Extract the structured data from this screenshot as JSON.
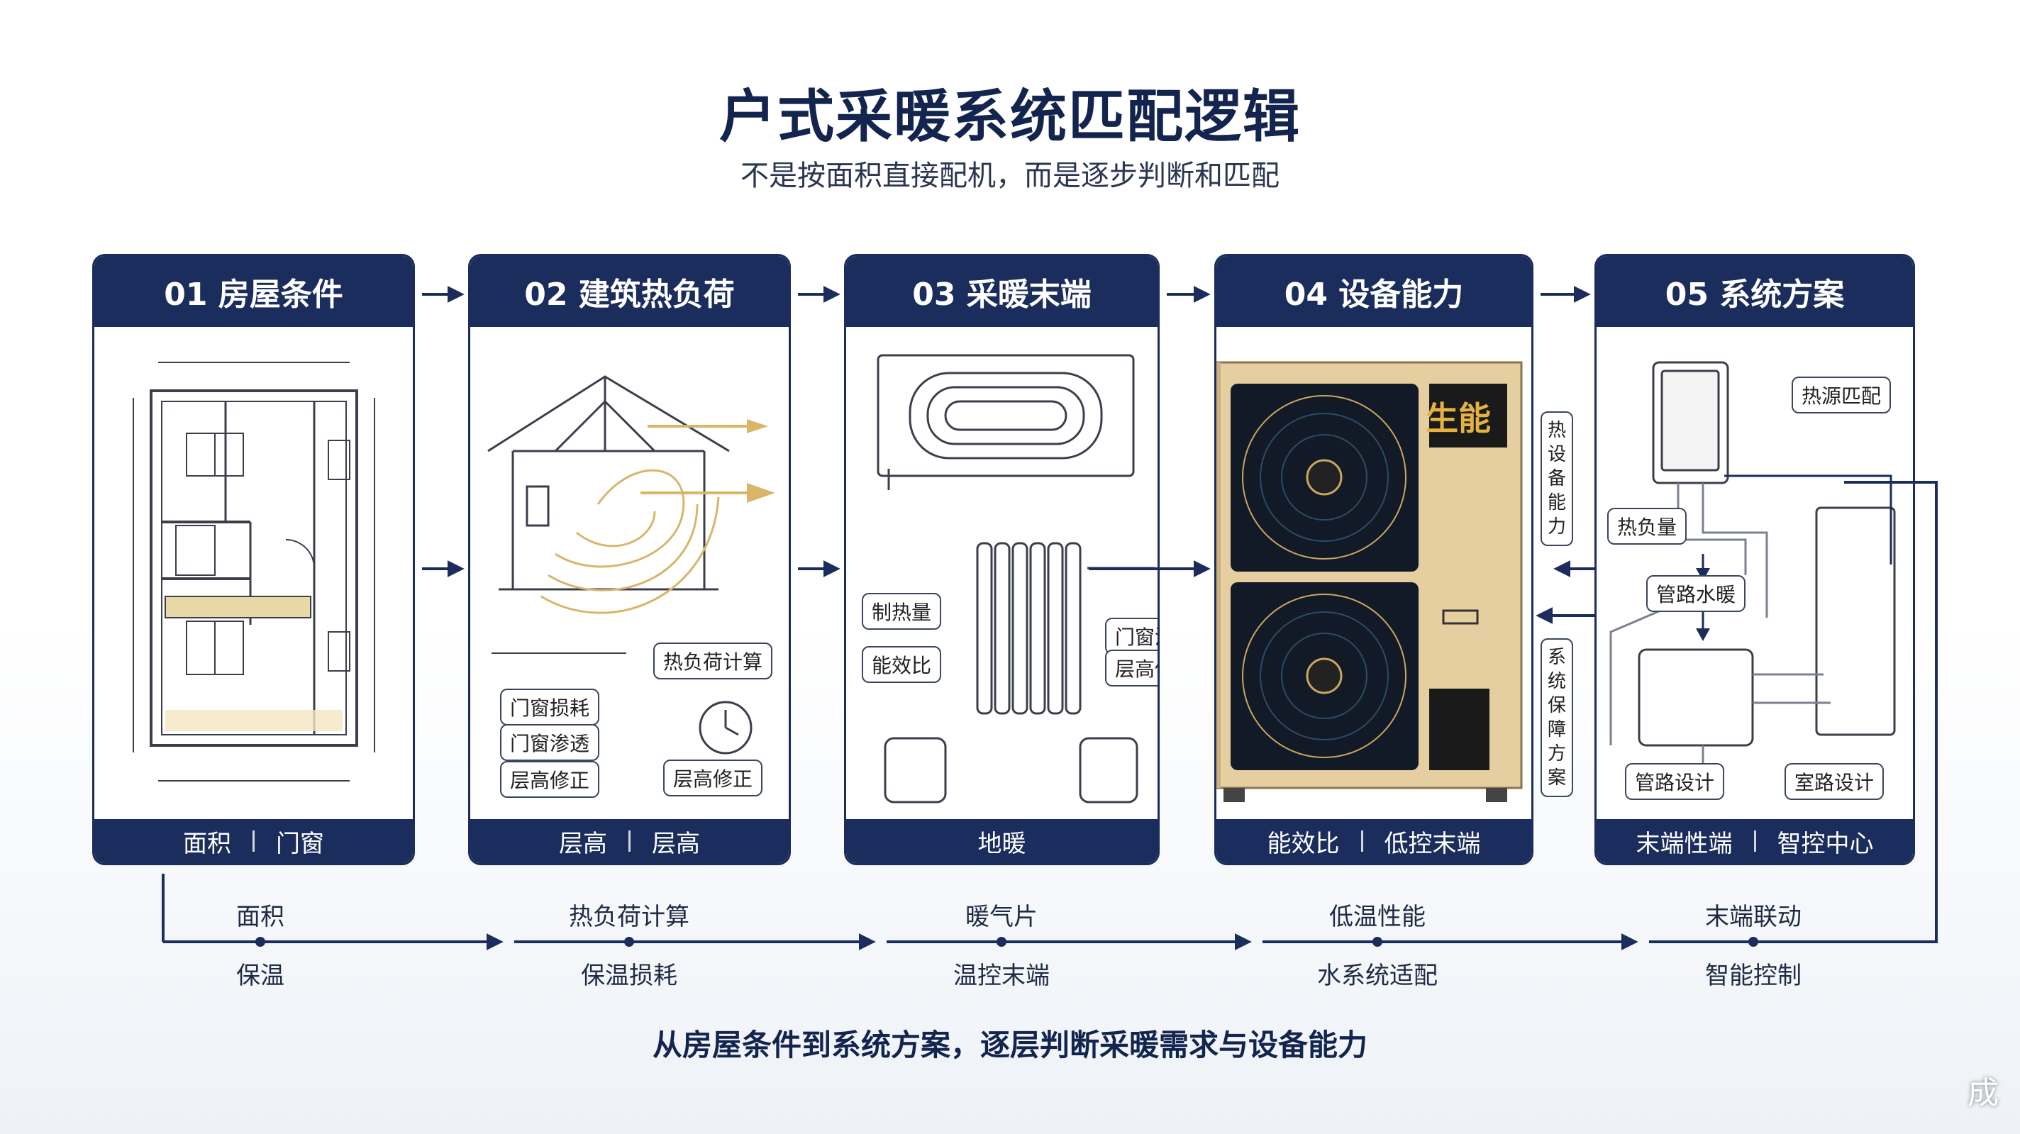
{
  "title": "户式采暖系统匹配逻辑",
  "subtitle": "不是按面积直接配机，而是逐步判断和匹配",
  "steps": [
    {
      "header": "01 房屋条件",
      "footer": [
        "面积",
        "门窗"
      ]
    },
    {
      "header": "02 建筑热负荷",
      "footer": [
        "层高",
        "层高"
      ],
      "tags": [
        "热负荷计算",
        "门窗损耗",
        "门窗渗透",
        "层高修正",
        "层高修正"
      ]
    },
    {
      "header": "03 采暖末端",
      "footer": [
        "地暖"
      ],
      "tags": [
        "制热量",
        "能效比",
        "门窗渗透",
        "层高修正"
      ]
    },
    {
      "header": "04 设备能力",
      "footer": [
        "能效比",
        "低控末端"
      ],
      "brand": "生能",
      "side_top": "热设备能力",
      "side_bottom": "系统保障方案"
    },
    {
      "header": "05 系统方案",
      "footer": [
        "末端性端",
        "智控中心"
      ],
      "tags": [
        "热源匹配",
        "热负量",
        "管路水暖",
        "管路设计",
        "室路设计"
      ]
    }
  ],
  "flow": [
    {
      "top": "面积",
      "bottom": "保温"
    },
    {
      "top": "热负荷计算",
      "bottom": "保温损耗"
    },
    {
      "top": "暖气片",
      "bottom": "温控末端"
    },
    {
      "top": "低温性能",
      "bottom": "水系统适配"
    },
    {
      "top": "末端联动",
      "bottom": "智能控制"
    }
  ],
  "footer": "从房屋条件到系统方案，逐层判断采暖需求与设备能力",
  "corner_mark": "成",
  "colors": {
    "navy": "#1b2d5c",
    "gold": "#d9b56a",
    "unit_body": "#e5cfa0"
  }
}
